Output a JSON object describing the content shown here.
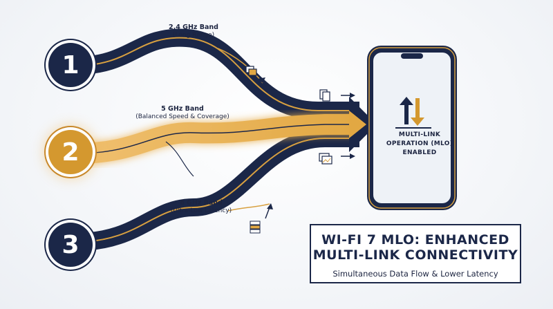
{
  "bands": [
    {
      "number": "1",
      "name": "2.4 GHz Band",
      "detail": "(Long Range)",
      "color": "#1b2748"
    },
    {
      "number": "2",
      "name": "5 GHz Band",
      "detail": "(Balanced Speed & Coverage)",
      "color": "#d4982f"
    },
    {
      "number": "3",
      "name": "6 GHz Band",
      "detail": "(Ultra-Low Latency)",
      "color": "#1b2748"
    }
  ],
  "device": {
    "status_line1": "MULTI-LINK",
    "status_line2": "OPERATION (MLO)",
    "status_line3": "ENABLED",
    "icon": "upload-download-arrows-icon"
  },
  "title": {
    "line1": "WI-FI 7 MLO: ENHANCED",
    "line2": "MULTI-LINK CONNECTIVITY",
    "subtitle": "Simultaneous Data Flow & Lower Latency"
  },
  "colors": {
    "navy": "#1b2748",
    "gold": "#d4982f",
    "background": "#f4f6f9"
  },
  "packet_icons": [
    "stacked-packets-icon",
    "document-packet-icon",
    "image-packet-icon",
    "server-stack-icon"
  ]
}
